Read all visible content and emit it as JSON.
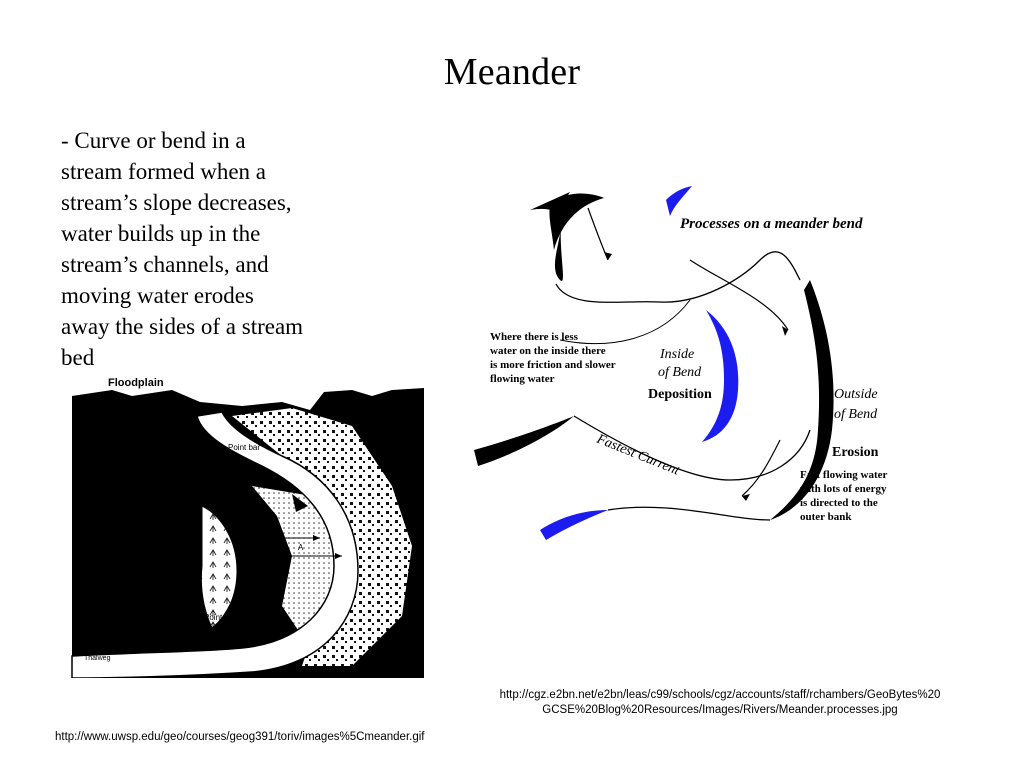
{
  "slide": {
    "title": "Meander",
    "body_lines": [
      "- Curve or bend in a",
      "stream formed when a",
      "stream’s slope decreases,",
      "water builds up in the",
      "stream’s channels, and",
      "moving water erodes",
      "away the sides of a stream",
      "bed"
    ]
  },
  "left_figure": {
    "labels": {
      "floodplain": "Floodplain",
      "point_bar": "Point bar",
      "point_bars": "Point bars",
      "thalweg": "Thalweg",
      "a1": "A",
      "a2": "A"
    },
    "source_url": "http://www.uwsp.edu/geo/courses/geog391/toriv/images%5Cmeander.gif"
  },
  "right_figure": {
    "labels": {
      "title": "Processes on a meander bend",
      "inside_1": "Inside",
      "inside_2": "of Bend",
      "deposition": "Deposition",
      "outside_1": "Outside",
      "outside_2": "of Bend",
      "erosion": "Erosion",
      "fastest": "Fastest Current",
      "less_1": "Where there is less",
      "less_2": "water on the inside there",
      "less_3": "is more friction and slower",
      "less_4": "flowing water",
      "fast_1": "Fast flowing water",
      "fast_2": "with lots of energy",
      "fast_3": "is directed to the",
      "fast_4": "outer bank"
    },
    "source_url_line1": "http://cgz.e2bn.net/e2bn/leas/c99/schools/cgz/accounts/staff/rchambers/GeoBytes%20",
    "source_url_line2": "GCSE%20Blog%20Resources/Images/Rivers/Meander.processes.jpg"
  },
  "colors": {
    "deposition_blue": "#1c1cf0",
    "bank_black": "#000000"
  }
}
